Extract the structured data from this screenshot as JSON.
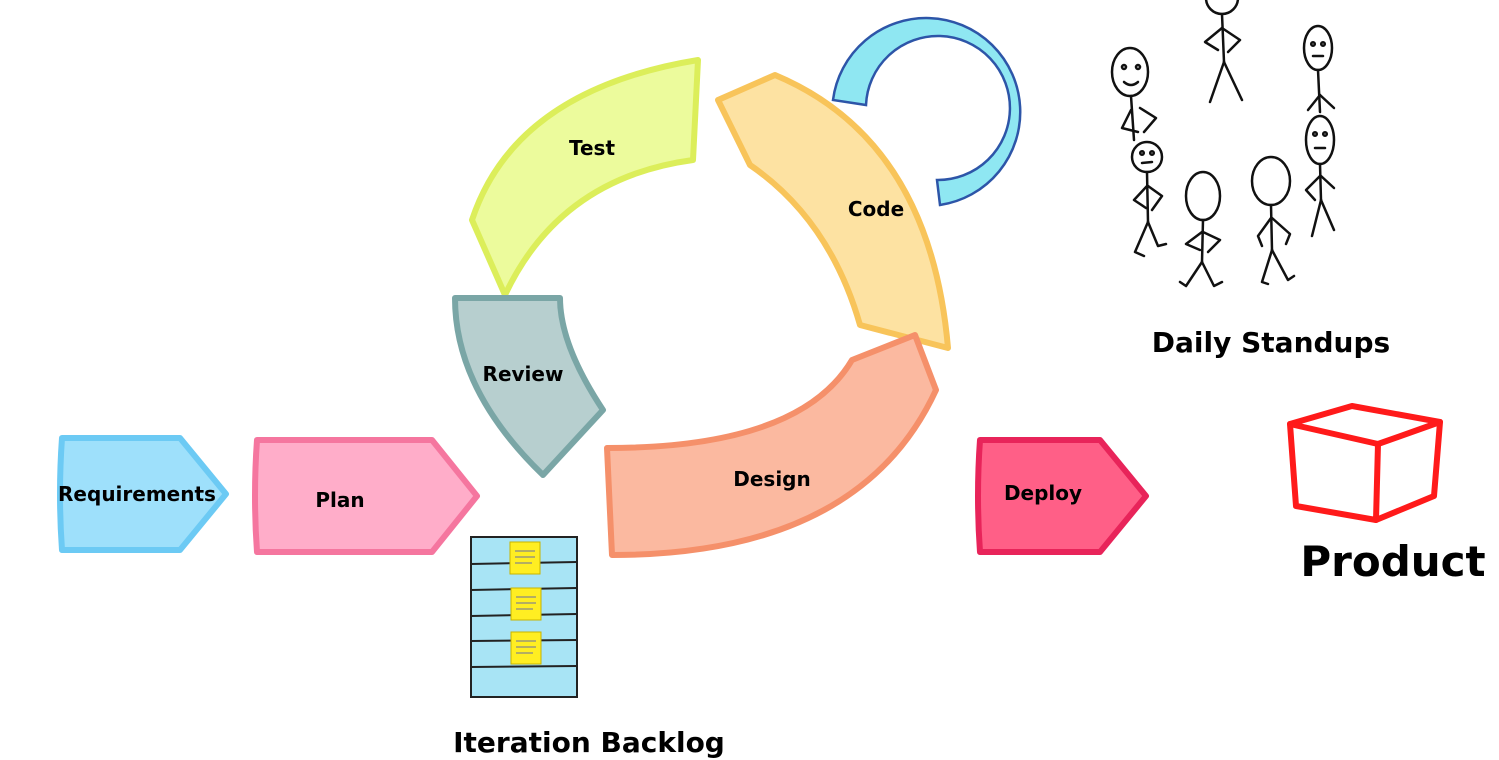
{
  "stages": {
    "requirements": "Requirements",
    "plan": "Plan",
    "test": "Test",
    "code": "Code",
    "review": "Review",
    "design": "Design",
    "deploy": "Deploy"
  },
  "captions": {
    "daily_standups": "Daily Standups",
    "product": "Product",
    "iteration_backlog": "Iteration Backlog"
  },
  "colors": {
    "requirements": "#9ee0fb",
    "plan": "#ffadc9",
    "test": "#ecfb9c",
    "code": "#fde2a2",
    "review": "#b7cfcf",
    "design": "#fbb9a0",
    "deploy": "#ff5f87",
    "loop": "#8fe7f2",
    "product": "#ff1a1a",
    "backlog": "#a8e4f5",
    "sticky_note": "#ffee22"
  }
}
